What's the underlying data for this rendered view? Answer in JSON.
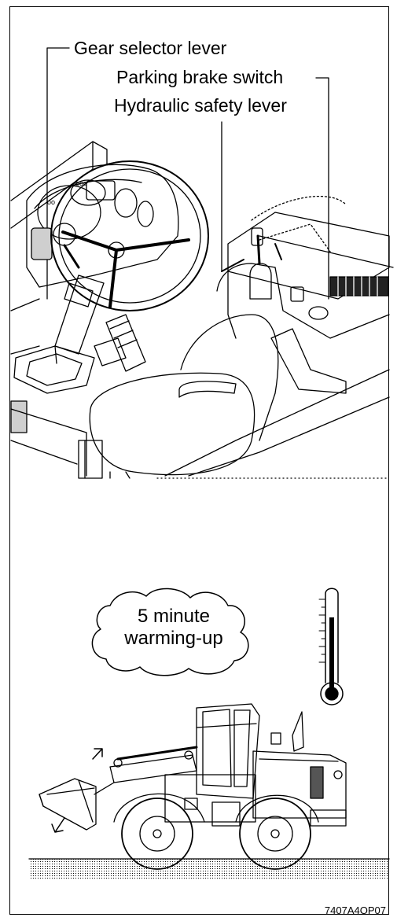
{
  "labels": {
    "gear_selector": "Gear selector lever",
    "parking_brake": "Parking brake switch",
    "hydraulic_safety": "Hydraulic safety lever"
  },
  "cloud": {
    "line1": "5 minute",
    "line2": "warming-up"
  },
  "figure_code": "7407A4OP07"
}
